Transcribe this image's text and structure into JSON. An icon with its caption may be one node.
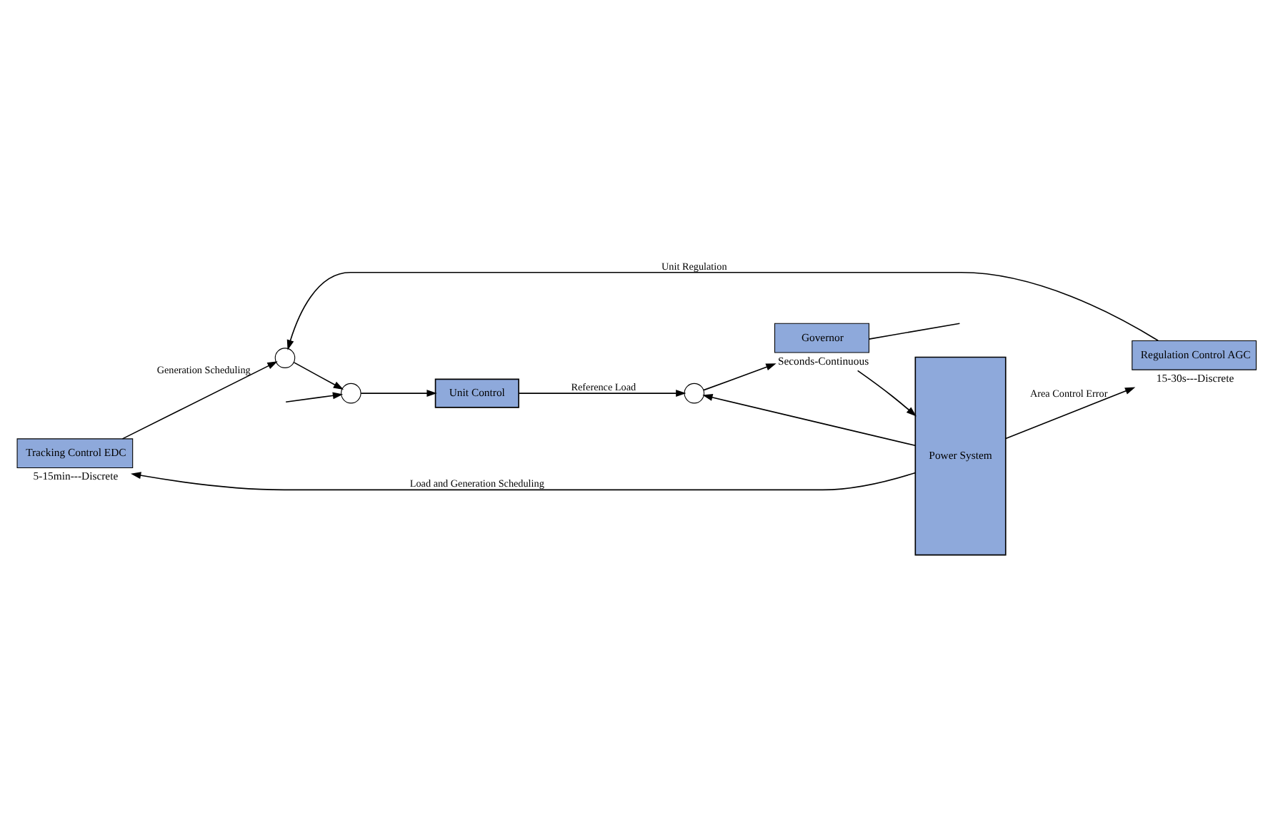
{
  "diagram": {
    "nodes": [
      {
        "text": [
          "Tracking Control EDC"
        ],
        "beside": [
          "5-15min---Discrete"
        ]
      },
      {
        "text": [
          "Regulation Control AGC"
        ],
        "beside": [
          "15-30s---Discrete"
        ]
      },
      {
        "text": [
          "Power System"
        ]
      },
      {
        "text": [],
        "shape": "circle"
      },
      {
        "text": [],
        "shape": "circle"
      },
      {
        "text": [
          "Unit Control"
        ]
      },
      {
        "text": [],
        "shape": "circle"
      },
      {
        "text": [
          "Governor"
        ],
        "beside": [
          "Seconds-Continuous"
        ]
      }
    ],
    "edges": [
      {
        "from": 2,
        "to": 0,
        "arrow": "to",
        "label": "Load and Generation Scheduling"
      },
      {
        "from": 0,
        "to": 3,
        "arrow": "to",
        "label": "Generation Scheduling"
      },
      {
        "from": 2,
        "to": 1,
        "arrow": "to",
        "label": "Area Control Error"
      },
      {
        "from": 1,
        "to": 3,
        "arrow": "to",
        "label": "Unit Regulation"
      },
      {
        "from": 3,
        "to": 4,
        "arrow": "to"
      },
      {
        "from": null,
        "to": 4,
        "arrow": "to"
      },
      {
        "from": 4,
        "to": 5,
        "arrow": "to"
      },
      {
        "from": 5,
        "to": 6,
        "arrow": "to",
        "label": "Reference Load"
      },
      {
        "from": 2,
        "to": 6,
        "arrow": "to"
      },
      {
        "from": 6,
        "to": 7,
        "arrow": "to"
      },
      {
        "from": 7,
        "to": 2,
        "arrow": "to"
      },
      {
        "from": 7,
        "to": null,
        "arrow": "none"
      }
    ]
  }
}
